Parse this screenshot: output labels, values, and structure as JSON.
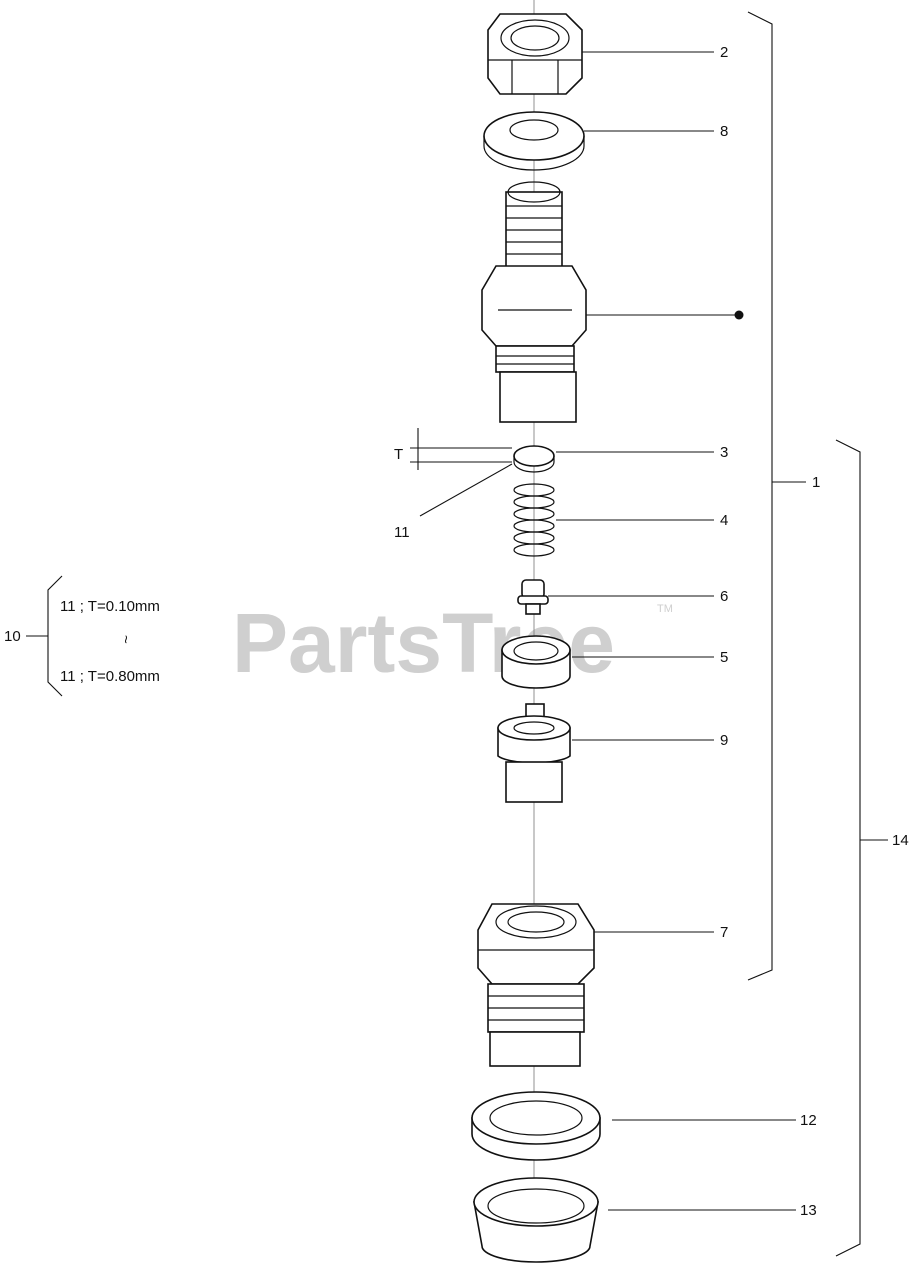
{
  "watermark": {
    "text": "PartsTree",
    "tm": "TM"
  },
  "callouts": {
    "c2": "2",
    "c8": "8",
    "c3": "3",
    "c4": "4",
    "c6": "6",
    "c5": "5",
    "c9": "9",
    "c7": "7",
    "c12": "12",
    "c13": "13",
    "c1": "1",
    "c14": "14",
    "c10": "10",
    "c11": "11",
    "cT": "T"
  },
  "shim_note": {
    "line1": "11 ; T=0.10mm",
    "tilde": "~",
    "line2": "11 ; T=0.80mm"
  },
  "colors": {
    "line": "#111111",
    "watermark": "#cfcfcf"
  }
}
